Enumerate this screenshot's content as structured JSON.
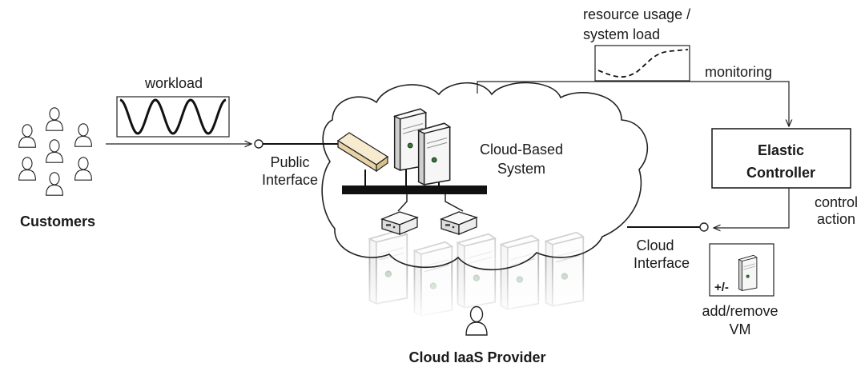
{
  "labels": {
    "resource_usage_line1": "resource usage /",
    "resource_usage_line2": "system load",
    "monitoring": "monitoring",
    "workload": "workload",
    "customers": "Customers",
    "public_interface_line1": "Public",
    "public_interface_line2": "Interface",
    "cloud_system_line1": "Cloud-Based",
    "cloud_system_line2": "System",
    "controller_line1": "Elastic",
    "controller_line2": "Controller",
    "control_action_line1": "control",
    "control_action_line2": "action",
    "cloud_interface_line1": "Cloud",
    "cloud_interface_line2": "Interface",
    "plus_minus": "+/-",
    "add_remove_line1": "add/remove",
    "add_remove_line2": "VM",
    "provider": "Cloud IaaS Provider"
  },
  "icons": {
    "customers": "person-icon",
    "provider": "person-icon",
    "servers": "server-tower-icon",
    "switch": "network-switch-icon",
    "workstations": "desktop-box-icon",
    "vm": "server-tower-icon"
  },
  "colors": {
    "stroke": "#222222",
    "switch_fill": "#f1e3c2",
    "server_fill": "#f2f2f2",
    "bus": "#111111"
  }
}
